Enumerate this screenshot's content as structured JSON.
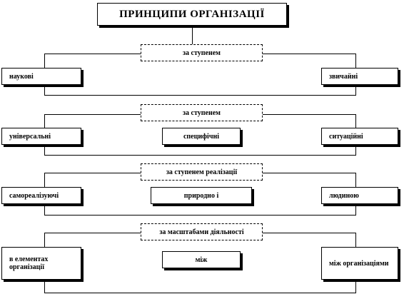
{
  "title": "ПРИНЦИПИ ОРГАНІЗАЦІЇ",
  "groups": [
    {
      "criterion": "за ступенем",
      "items": [
        "наукові",
        "звичайні"
      ]
    },
    {
      "criterion": "за ступенем",
      "items": [
        "універсальні",
        "специфічні",
        "ситуаційні"
      ]
    },
    {
      "criterion": "за ступенем реалізації",
      "items": [
        "самореалізуючі",
        "природно і",
        "людиною"
      ]
    },
    {
      "criterion": "за масштабами діяльності",
      "items": [
        "в елементах організації",
        "між",
        "між організаціями"
      ]
    }
  ],
  "colors": {
    "line": "#000000",
    "background": "#ffffff"
  }
}
